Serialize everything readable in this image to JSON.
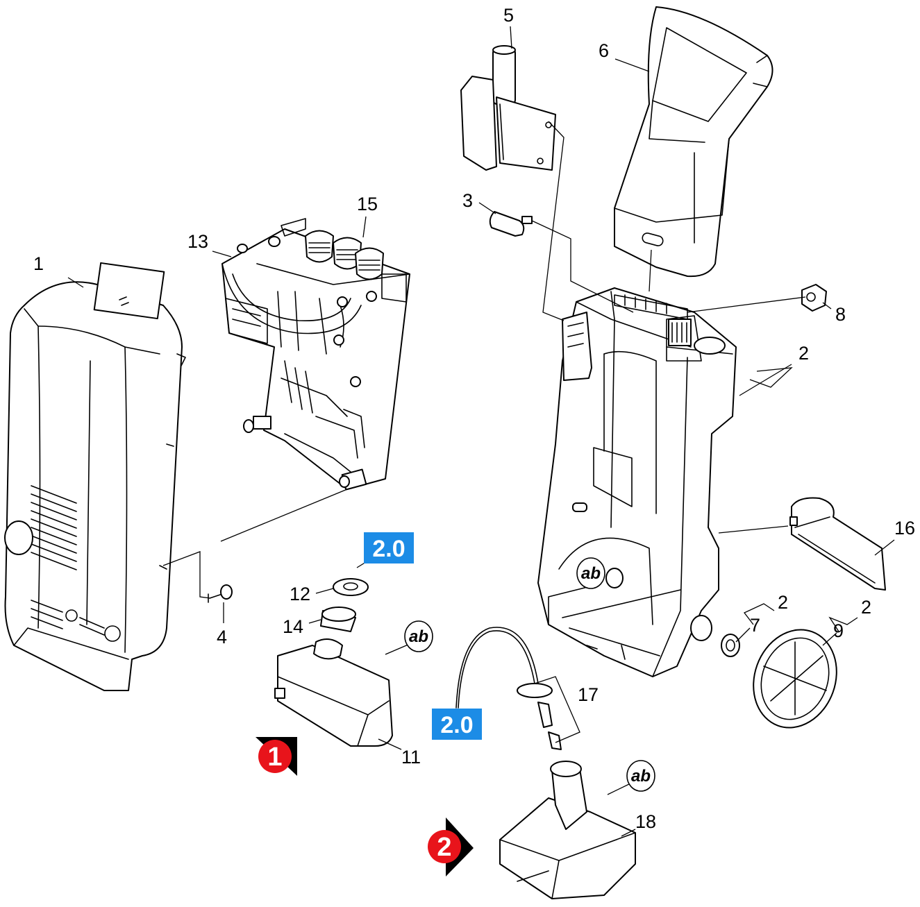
{
  "colors": {
    "version_badge": "#1c8ce6",
    "marker_red": "#e8141b",
    "marker_arrow": "#000000",
    "line": "#000000",
    "background": "#ffffff"
  },
  "part_numbers": {
    "p1": "1",
    "p2a": "2",
    "p2b": "2",
    "p2c": "2",
    "p3": "3",
    "p4": "4",
    "p5": "5",
    "p6": "6",
    "p7": "7",
    "p8": "8",
    "p9": "9",
    "p11": "11",
    "p12": "12",
    "p13": "13",
    "p14": "14",
    "p15": "15",
    "p16": "16",
    "p17": "17",
    "p18": "18"
  },
  "version_badges": {
    "upper": "2.0",
    "lower": "2.0"
  },
  "ab_symbols": {
    "frame": "ab",
    "tank_small": "ab",
    "tank_large": "ab"
  },
  "markers": {
    "first": "1",
    "second": "2"
  }
}
